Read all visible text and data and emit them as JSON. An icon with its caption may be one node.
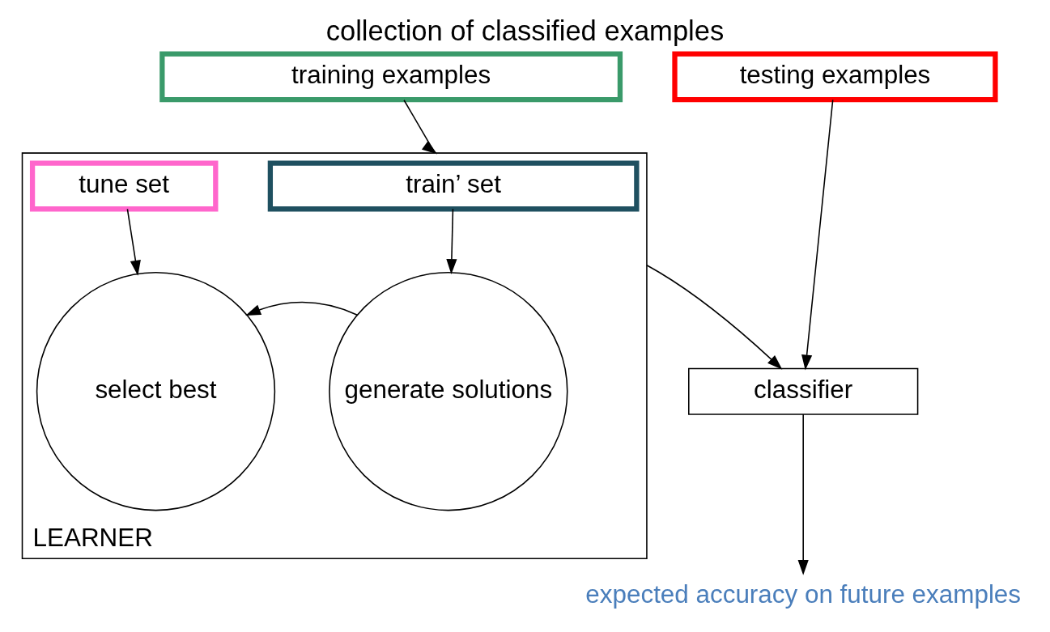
{
  "diagram": {
    "title": "collection of classified examples",
    "nodes": [
      {
        "text": [
          "training examples"
        ]
      },
      {
        "text": [
          "testing examples"
        ]
      },
      {
        "text": [
          "LEARNER"
        ]
      },
      {
        "text": [
          "train’ set"
        ],
        "in": 2
      },
      {
        "text": [
          "tune set"
        ],
        "in": 2
      },
      {
        "text": [
          "generate solutions"
        ],
        "in": 2
      },
      {
        "text": [
          "select best"
        ],
        "in": 2
      },
      {
        "text": [
          "classifier"
        ]
      },
      {
        "text": [
          "expected accuracy on future examples"
        ]
      }
    ],
    "edges": [
      {
        "from": 0,
        "to": 2,
        "arrow": "to"
      },
      {
        "from": 3,
        "to": 5,
        "arrow": "to"
      },
      {
        "from": 4,
        "to": 6,
        "arrow": "to"
      },
      {
        "from": 5,
        "to": 6,
        "arrow": "to"
      },
      {
        "from": 2,
        "to": 7,
        "arrow": "to"
      },
      {
        "from": 1,
        "to": 7,
        "arrow": "to"
      },
      {
        "from": 7,
        "to": 8,
        "arrow": "to"
      }
    ]
  }
}
